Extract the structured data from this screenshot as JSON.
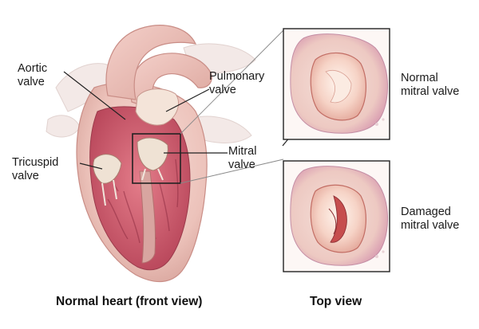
{
  "labels": {
    "aortic": [
      "Aortic",
      "valve"
    ],
    "pulmonary": [
      "Pulmonary",
      "valve"
    ],
    "tricuspid": [
      "Tricuspid",
      "valve"
    ],
    "mitral": [
      "Mitral",
      "valve"
    ],
    "normal_mitral": [
      "Normal",
      "mitral valve"
    ],
    "damaged_mitral": [
      "Damaged",
      "mitral valve"
    ]
  },
  "captions": {
    "front": "Normal heart (front view)",
    "top": "Top view"
  }
}
